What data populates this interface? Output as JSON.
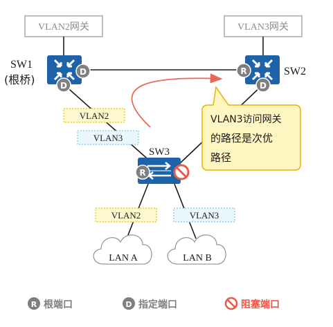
{
  "gateways": {
    "vlan2": "VLAN2网关",
    "vlan3": "VLAN3网关"
  },
  "switches": {
    "sw1": {
      "name": "SW1",
      "role": "(根桥)"
    },
    "sw2": {
      "name": "SW2"
    },
    "sw3": {
      "name": "SW3"
    }
  },
  "vlan_tags": {
    "upper_vlan2": "VLAN2",
    "upper_vlan3": "VLAN3",
    "lower_vlan2": "VLAN2",
    "lower_vlan3": "VLAN3"
  },
  "lans": {
    "a": "LAN A",
    "b": "LAN B"
  },
  "callout": {
    "line1": "VLAN3访问网关",
    "line2": "的路径是次优",
    "line3": "路径"
  },
  "port_letters": {
    "root": "R",
    "designated": "D"
  },
  "legend": {
    "root_port": "根端口",
    "designated_port": "指定端口",
    "blocked_port": "阻塞端口"
  },
  "colors": {
    "switch_blue": "#1e63a8",
    "port_badge": "#7f7f7f",
    "blocked_red": "#e8594a",
    "arrow_red": "#e8685a",
    "vlan2_fill": "#fff8cf",
    "vlan2_border": "#e8c200",
    "vlan3_fill": "#eaf7fd",
    "vlan3_border": "#7fc8ec",
    "callout_fill": "#fff6c2",
    "callout_border": "#e7b400",
    "gateway_border": "#a8a8a8"
  }
}
